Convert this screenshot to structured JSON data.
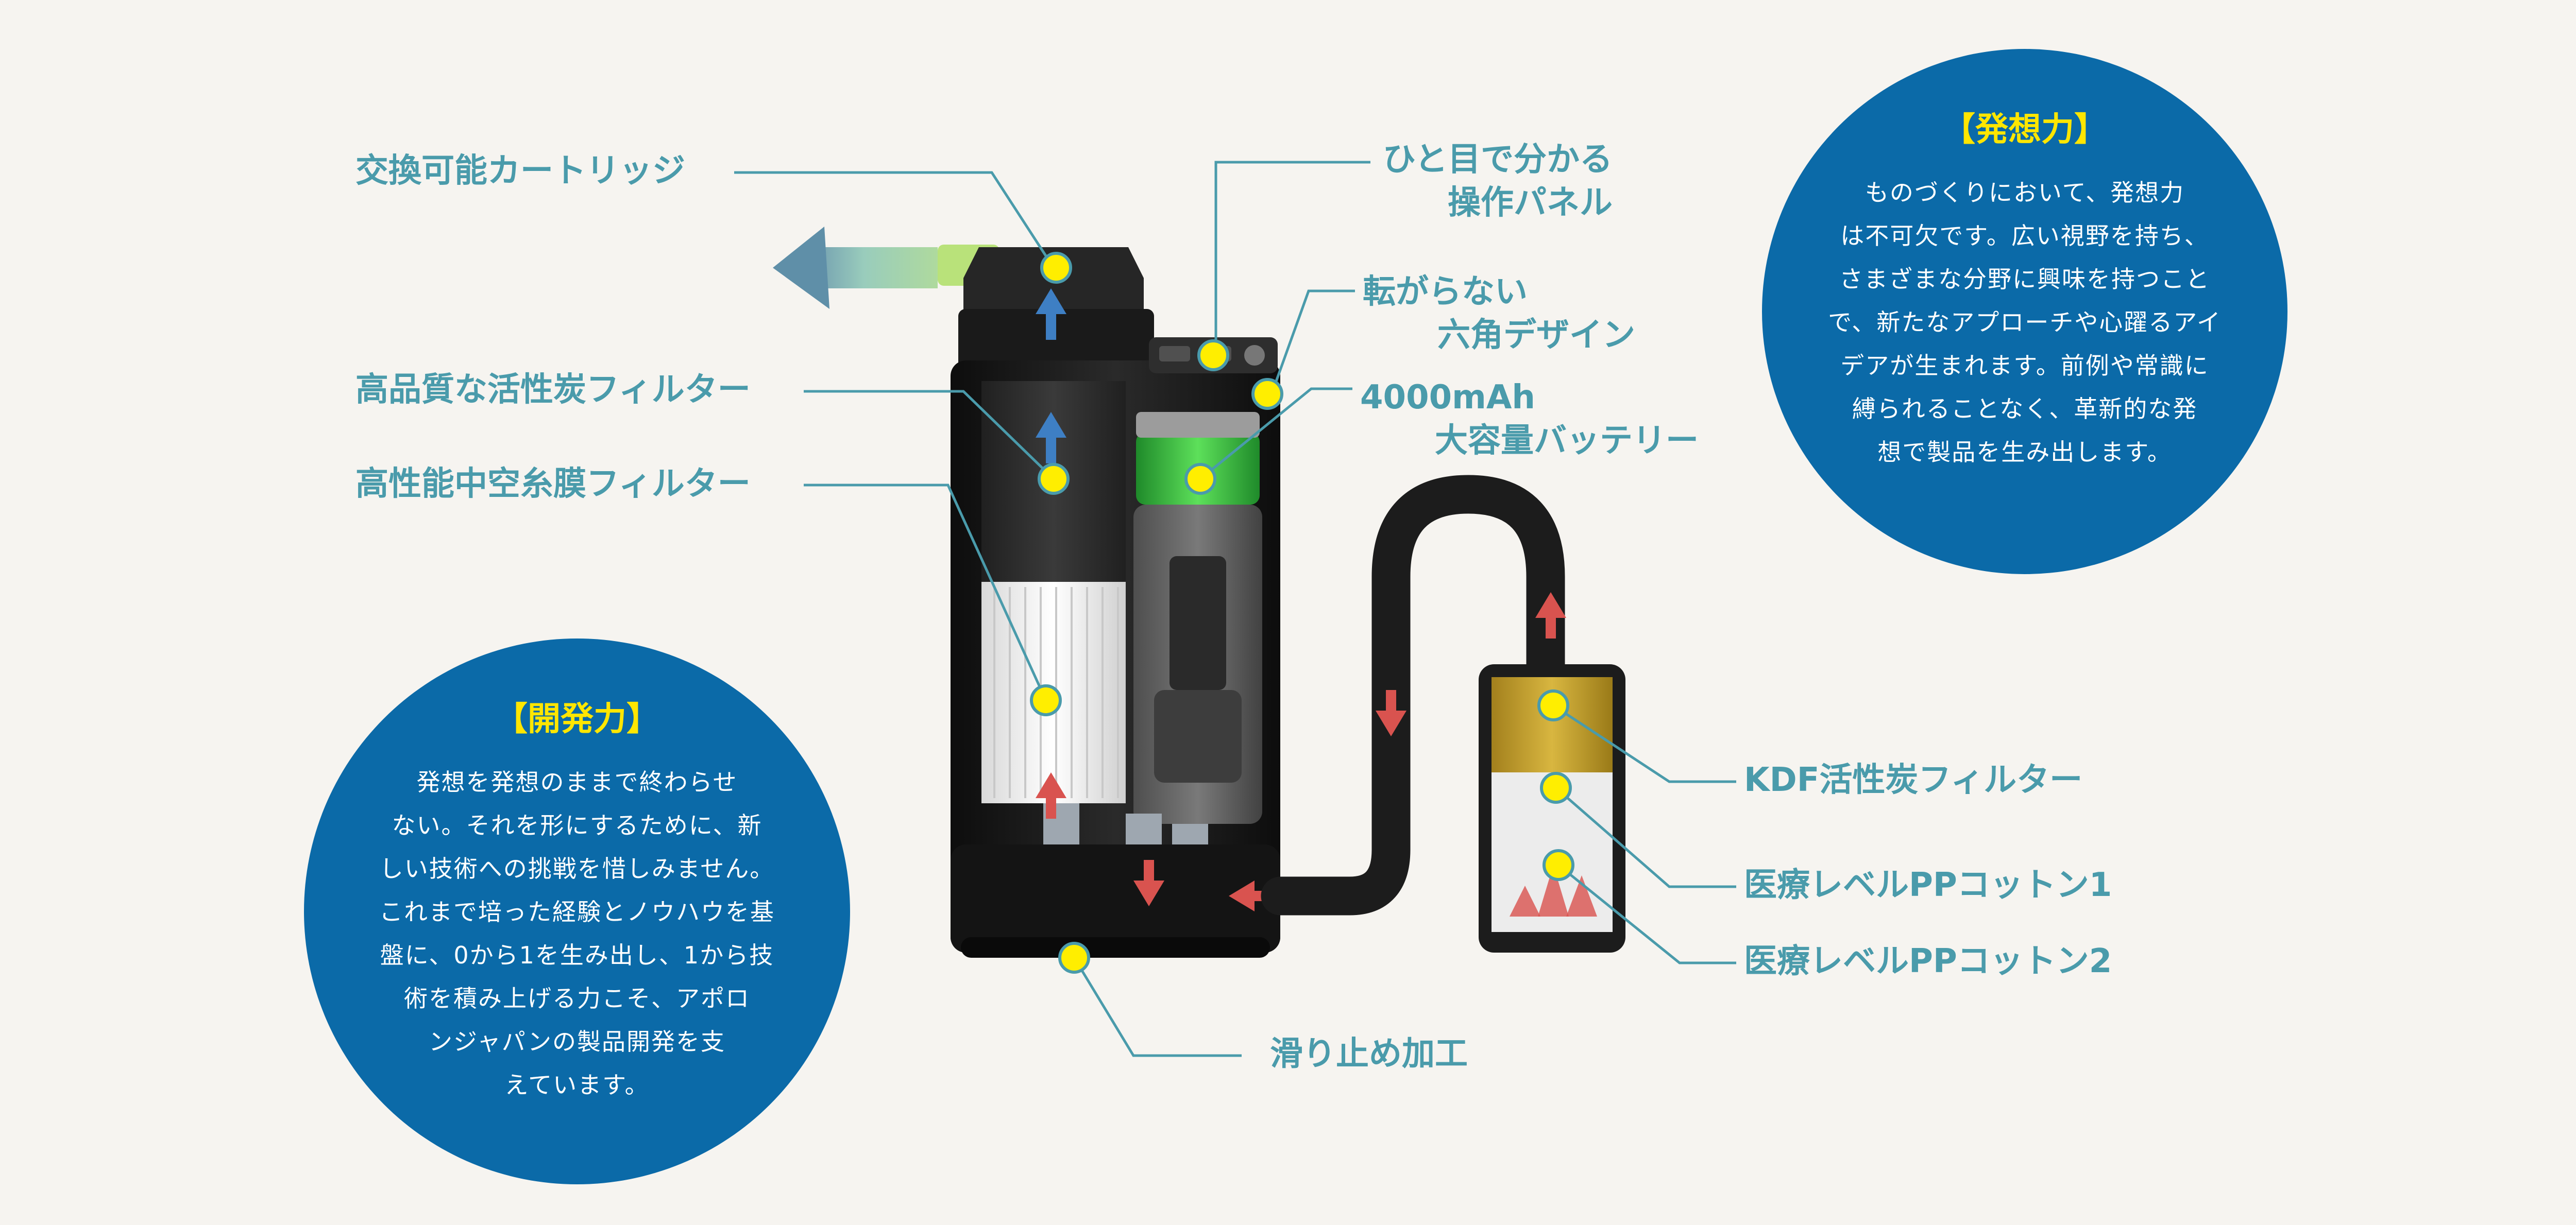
{
  "labels": {
    "cartridge": "交換可能カートリッジ",
    "panel": [
      "ひと目で分かる",
      "操作パネル"
    ],
    "hexagon": [
      "転がらない",
      "六角デザイン"
    ],
    "battery": [
      "4000mAh",
      "大容量バッテリー"
    ],
    "carbon_filter": "高品質な活性炭フィルター",
    "hollow_fiber": "高性能中空糸膜フィルター",
    "kdf": "KDF活性炭フィルター",
    "pp1": "医療レベルPPコットン1",
    "pp2": "医療レベルPPコットン2",
    "anti_slip": "滑り止め加工"
  },
  "idea_circle": {
    "title": "【発想力】",
    "lines": [
      "ものづくりにおいて、発想力",
      "は不可欠です。広い視野を持ち、",
      "さまざまな分野に興味を持つこと",
      "で、新たなアプローチや心躍るアイ",
      "デアが生まれます。前例や常識に",
      "縛られることなく、革新的な発",
      "想で製品を生み出します。"
    ]
  },
  "dev_circle": {
    "title": "【開発力】",
    "lines": [
      "発想を発想のままで終わらせ",
      "ない。それを形にするために、新",
      "しい技術への挑戦を惜しみません。",
      "これまで培った経験とノウハウを基",
      "盤に、0から1を生み出し、1から技",
      "術を積み上げる力こそ、アポロ",
      "ンジャパンの製品開発を支",
      "えています。"
    ]
  },
  "colors": {
    "background": "#f6f4f0",
    "label_text": "#4a9bab",
    "circle_fill": "#0b6aa8",
    "circle_title": "#ffe600",
    "marker": "#ffee00",
    "device_body": "#1c1c1c",
    "flow_up": "#3e7fc4",
    "flow_red": "#d9534f"
  }
}
